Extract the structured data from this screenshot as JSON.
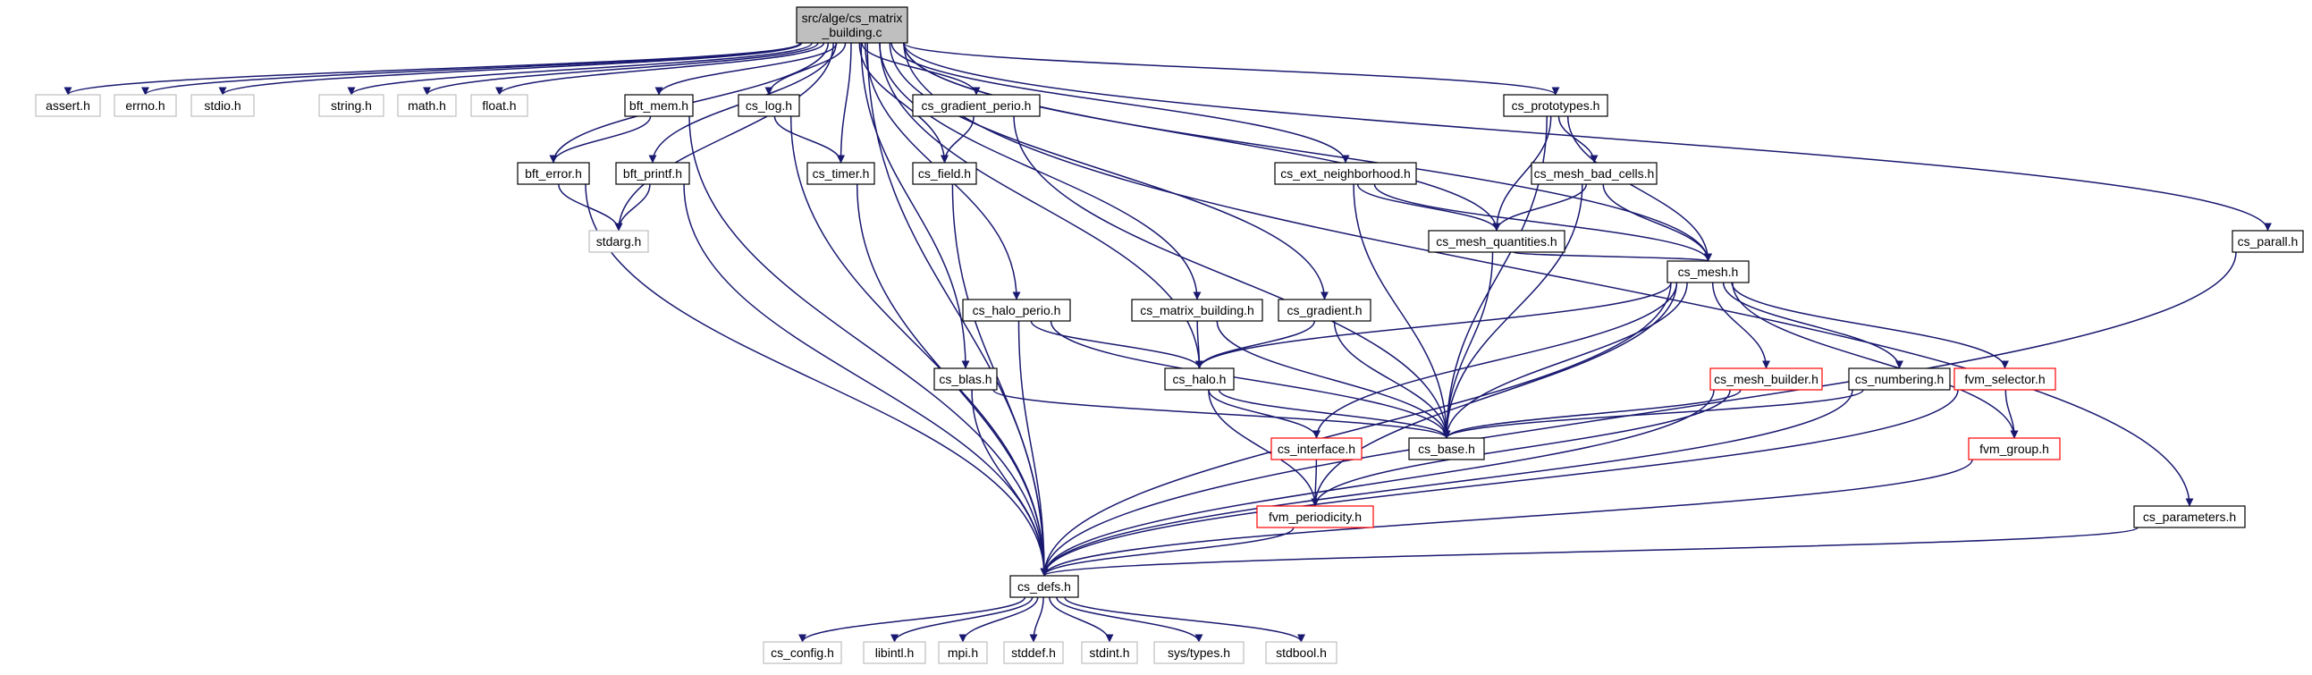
{
  "colors": {
    "edge": "#191970",
    "documented_border": "#000000",
    "external_border": "#bfbfbf",
    "truncated_border": "#ff0000",
    "root_fill": "#bfbfbf",
    "node_fill": "#ffffff"
  },
  "nodes": [
    {
      "id": "root",
      "lines": [
        "src/alge/cs_matrix",
        "_building.c"
      ],
      "kind": "root"
    },
    {
      "id": "assert",
      "lines": [
        "assert.h"
      ],
      "kind": "external"
    },
    {
      "id": "errno",
      "lines": [
        "errno.h"
      ],
      "kind": "external"
    },
    {
      "id": "stdio",
      "lines": [
        "stdio.h"
      ],
      "kind": "external"
    },
    {
      "id": "string",
      "lines": [
        "string.h"
      ],
      "kind": "external"
    },
    {
      "id": "math",
      "lines": [
        "math.h"
      ],
      "kind": "external"
    },
    {
      "id": "float",
      "lines": [
        "float.h"
      ],
      "kind": "external"
    },
    {
      "id": "bft_mem",
      "lines": [
        "bft_mem.h"
      ],
      "kind": "documented"
    },
    {
      "id": "cs_log",
      "lines": [
        "cs_log.h"
      ],
      "kind": "documented"
    },
    {
      "id": "cs_gradient_perio",
      "lines": [
        "cs_gradient_perio.h"
      ],
      "kind": "documented"
    },
    {
      "id": "cs_prototypes",
      "lines": [
        "cs_prototypes.h"
      ],
      "kind": "documented"
    },
    {
      "id": "bft_error",
      "lines": [
        "bft_error.h"
      ],
      "kind": "documented"
    },
    {
      "id": "bft_printf",
      "lines": [
        "bft_printf.h"
      ],
      "kind": "documented"
    },
    {
      "id": "cs_timer",
      "lines": [
        "cs_timer.h"
      ],
      "kind": "documented"
    },
    {
      "id": "cs_field",
      "lines": [
        "cs_field.h"
      ],
      "kind": "documented"
    },
    {
      "id": "cs_ext_neighborhood",
      "lines": [
        "cs_ext_neighborhood.h"
      ],
      "kind": "documented"
    },
    {
      "id": "cs_mesh_bad_cells",
      "lines": [
        "cs_mesh_bad_cells.h"
      ],
      "kind": "documented"
    },
    {
      "id": "stdarg",
      "lines": [
        "stdarg.h"
      ],
      "kind": "external"
    },
    {
      "id": "cs_mesh_quantities",
      "lines": [
        "cs_mesh_quantities.h"
      ],
      "kind": "documented"
    },
    {
      "id": "cs_parall",
      "lines": [
        "cs_parall.h"
      ],
      "kind": "documented"
    },
    {
      "id": "cs_halo_perio",
      "lines": [
        "cs_halo_perio.h"
      ],
      "kind": "documented"
    },
    {
      "id": "cs_matrix_building",
      "lines": [
        "cs_matrix_building.h"
      ],
      "kind": "documented"
    },
    {
      "id": "cs_gradient",
      "lines": [
        "cs_gradient.h"
      ],
      "kind": "documented"
    },
    {
      "id": "cs_mesh",
      "lines": [
        "cs_mesh.h"
      ],
      "kind": "documented"
    },
    {
      "id": "cs_blas",
      "lines": [
        "cs_blas.h"
      ],
      "kind": "documented"
    },
    {
      "id": "cs_halo",
      "lines": [
        "cs_halo.h"
      ],
      "kind": "documented"
    },
    {
      "id": "cs_mesh_builder",
      "lines": [
        "cs_mesh_builder.h"
      ],
      "kind": "truncated"
    },
    {
      "id": "cs_numbering",
      "lines": [
        "cs_numbering.h"
      ],
      "kind": "documented"
    },
    {
      "id": "fvm_selector",
      "lines": [
        "fvm_selector.h"
      ],
      "kind": "truncated"
    },
    {
      "id": "cs_interface",
      "lines": [
        "cs_interface.h"
      ],
      "kind": "truncated"
    },
    {
      "id": "cs_base",
      "lines": [
        "cs_base.h"
      ],
      "kind": "documented"
    },
    {
      "id": "fvm_group",
      "lines": [
        "fvm_group.h"
      ],
      "kind": "truncated"
    },
    {
      "id": "fvm_periodicity",
      "lines": [
        "fvm_periodicity.h"
      ],
      "kind": "truncated"
    },
    {
      "id": "cs_parameters",
      "lines": [
        "cs_parameters.h"
      ],
      "kind": "documented"
    },
    {
      "id": "cs_defs",
      "lines": [
        "cs_defs.h"
      ],
      "kind": "documented"
    },
    {
      "id": "cs_config",
      "lines": [
        "cs_config.h"
      ],
      "kind": "external"
    },
    {
      "id": "libintl",
      "lines": [
        "libintl.h"
      ],
      "kind": "external"
    },
    {
      "id": "mpi",
      "lines": [
        "mpi.h"
      ],
      "kind": "external"
    },
    {
      "id": "stddef",
      "lines": [
        "stddef.h"
      ],
      "kind": "external"
    },
    {
      "id": "stdint",
      "lines": [
        "stdint.h"
      ],
      "kind": "external"
    },
    {
      "id": "sys_types",
      "lines": [
        "sys/types.h"
      ],
      "kind": "external"
    },
    {
      "id": "stdbool",
      "lines": [
        "stdbool.h"
      ],
      "kind": "external"
    }
  ],
  "edges": [
    [
      "root",
      "assert"
    ],
    [
      "root",
      "errno"
    ],
    [
      "root",
      "stdio"
    ],
    [
      "root",
      "string"
    ],
    [
      "root",
      "math"
    ],
    [
      "root",
      "float"
    ],
    [
      "root",
      "bft_mem"
    ],
    [
      "root",
      "bft_error"
    ],
    [
      "root",
      "bft_printf"
    ],
    [
      "root",
      "stdarg"
    ],
    [
      "root",
      "cs_log"
    ],
    [
      "root",
      "cs_timer"
    ],
    [
      "root",
      "cs_field"
    ],
    [
      "root",
      "cs_gradient_perio"
    ],
    [
      "root",
      "cs_blas"
    ],
    [
      "root",
      "cs_halo_perio"
    ],
    [
      "root",
      "cs_halo"
    ],
    [
      "root",
      "cs_matrix_building"
    ],
    [
      "root",
      "cs_gradient"
    ],
    [
      "root",
      "cs_ext_neighborhood"
    ],
    [
      "root",
      "cs_mesh_quantities"
    ],
    [
      "root",
      "cs_prototypes"
    ],
    [
      "root",
      "cs_mesh"
    ],
    [
      "root",
      "cs_parameters"
    ],
    [
      "root",
      "cs_parall"
    ],
    [
      "root",
      "cs_defs"
    ],
    [
      "bft_mem",
      "bft_error"
    ],
    [
      "bft_mem",
      "cs_defs"
    ],
    [
      "bft_error",
      "stdarg"
    ],
    [
      "bft_error",
      "cs_defs"
    ],
    [
      "bft_printf",
      "stdarg"
    ],
    [
      "bft_printf",
      "cs_defs"
    ],
    [
      "cs_log",
      "cs_timer"
    ],
    [
      "cs_log",
      "cs_defs"
    ],
    [
      "cs_timer",
      "cs_defs"
    ],
    [
      "cs_gradient_perio",
      "cs_field"
    ],
    [
      "cs_gradient_perio",
      "cs_base"
    ],
    [
      "cs_field",
      "cs_defs"
    ],
    [
      "cs_prototypes",
      "cs_mesh_bad_cells"
    ],
    [
      "cs_prototypes",
      "cs_mesh_quantities"
    ],
    [
      "cs_prototypes",
      "cs_mesh"
    ],
    [
      "cs_prototypes",
      "cs_base"
    ],
    [
      "cs_mesh_bad_cells",
      "cs_mesh_quantities"
    ],
    [
      "cs_mesh_bad_cells",
      "cs_mesh"
    ],
    [
      "cs_mesh_bad_cells",
      "cs_base"
    ],
    [
      "cs_ext_neighborhood",
      "cs_mesh_quantities"
    ],
    [
      "cs_ext_neighborhood",
      "cs_mesh"
    ],
    [
      "cs_ext_neighborhood",
      "cs_base"
    ],
    [
      "cs_mesh_quantities",
      "cs_mesh"
    ],
    [
      "cs_mesh_quantities",
      "cs_base"
    ],
    [
      "cs_halo_perio",
      "cs_halo"
    ],
    [
      "cs_halo_perio",
      "cs_base"
    ],
    [
      "cs_halo_perio",
      "cs_defs"
    ],
    [
      "cs_matrix_building",
      "cs_halo"
    ],
    [
      "cs_matrix_building",
      "cs_base"
    ],
    [
      "cs_gradient",
      "cs_halo"
    ],
    [
      "cs_gradient",
      "cs_base"
    ],
    [
      "cs_blas",
      "cs_base"
    ],
    [
      "cs_blas",
      "cs_defs"
    ],
    [
      "cs_mesh",
      "cs_halo"
    ],
    [
      "cs_mesh",
      "cs_interface"
    ],
    [
      "cs_mesh",
      "cs_base"
    ],
    [
      "cs_mesh",
      "fvm_periodicity"
    ],
    [
      "cs_mesh",
      "cs_mesh_builder"
    ],
    [
      "cs_mesh",
      "cs_numbering"
    ],
    [
      "cs_mesh",
      "fvm_selector"
    ],
    [
      "cs_mesh",
      "fvm_group"
    ],
    [
      "cs_mesh",
      "cs_defs"
    ],
    [
      "cs_halo",
      "cs_interface"
    ],
    [
      "cs_halo",
      "cs_base"
    ],
    [
      "cs_halo",
      "fvm_periodicity"
    ],
    [
      "cs_interface",
      "fvm_periodicity"
    ],
    [
      "cs_mesh_builder",
      "cs_base"
    ],
    [
      "cs_mesh_builder",
      "fvm_periodicity"
    ],
    [
      "cs_mesh_builder",
      "cs_defs"
    ],
    [
      "cs_numbering",
      "cs_base"
    ],
    [
      "cs_numbering",
      "cs_defs"
    ],
    [
      "fvm_selector",
      "fvm_group"
    ],
    [
      "fvm_selector",
      "cs_defs"
    ],
    [
      "fvm_group",
      "cs_defs"
    ],
    [
      "fvm_periodicity",
      "cs_defs"
    ],
    [
      "cs_parameters",
      "cs_defs"
    ],
    [
      "cs_parall",
      "cs_defs"
    ],
    [
      "cs_defs",
      "cs_config"
    ],
    [
      "cs_defs",
      "libintl"
    ],
    [
      "cs_defs",
      "mpi"
    ],
    [
      "cs_defs",
      "stddef"
    ],
    [
      "cs_defs",
      "stdint"
    ],
    [
      "cs_defs",
      "sys_types"
    ],
    [
      "cs_defs",
      "stdbool"
    ]
  ]
}
